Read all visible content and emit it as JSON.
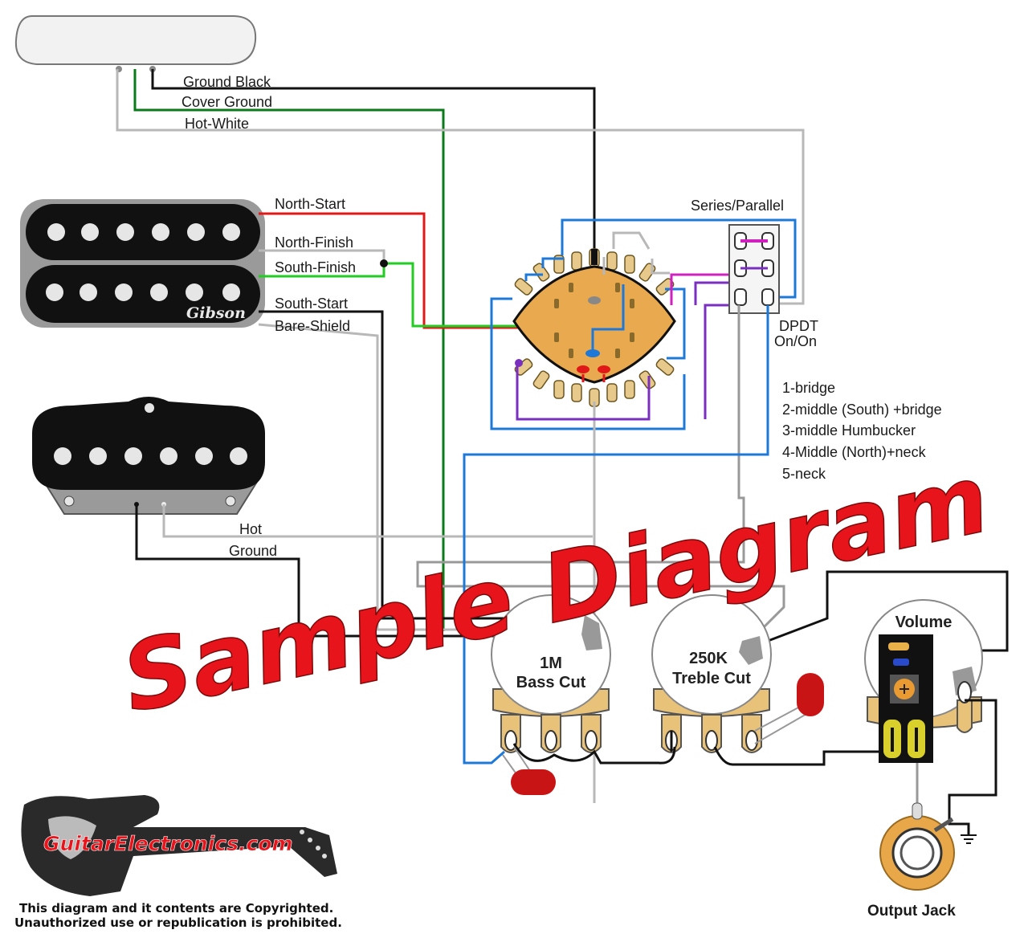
{
  "neck_pickup": {
    "wires": [
      "Ground Black",
      "Cover Ground",
      "Hot-White"
    ]
  },
  "humbucker": {
    "brand": "Gibson",
    "wires": [
      "North-Start",
      "North-Finish",
      "South-Finish",
      "South-Start",
      "Bare-Shield"
    ]
  },
  "bridge_pickup": {
    "wires": [
      "Hot",
      "Ground"
    ]
  },
  "switch": {
    "title": "Series/Parallel",
    "type_line1": "DPDT",
    "type_line2": "On/On"
  },
  "positions": [
    "1-bridge",
    "2-middle (South) +bridge",
    "3-middle Humbucker",
    "4-Middle (North)+neck",
    "5-neck"
  ],
  "pots": {
    "bass": {
      "value": "1M",
      "name": "Bass Cut"
    },
    "treble": {
      "value": "250K",
      "name": "Treble Cut"
    },
    "volume": {
      "name": "Volume"
    }
  },
  "output_jack": "Output Jack",
  "watermark": "Sample Diagram",
  "logo": "GuitarElectronics.com",
  "copyright": {
    "line1": "This diagram and it contents are Copyrighted.",
    "line2": "Unauthorized use or republication is prohibited."
  },
  "colors": {
    "black": "#111111",
    "green": "#0a7a1a",
    "white_wire": "#b8b8b8",
    "red": "#e01818",
    "bright_green": "#22cc22",
    "blue": "#1e78d8",
    "purple": "#7a2fc0",
    "magenta": "#d020c0",
    "watermark": "#e8141b"
  }
}
